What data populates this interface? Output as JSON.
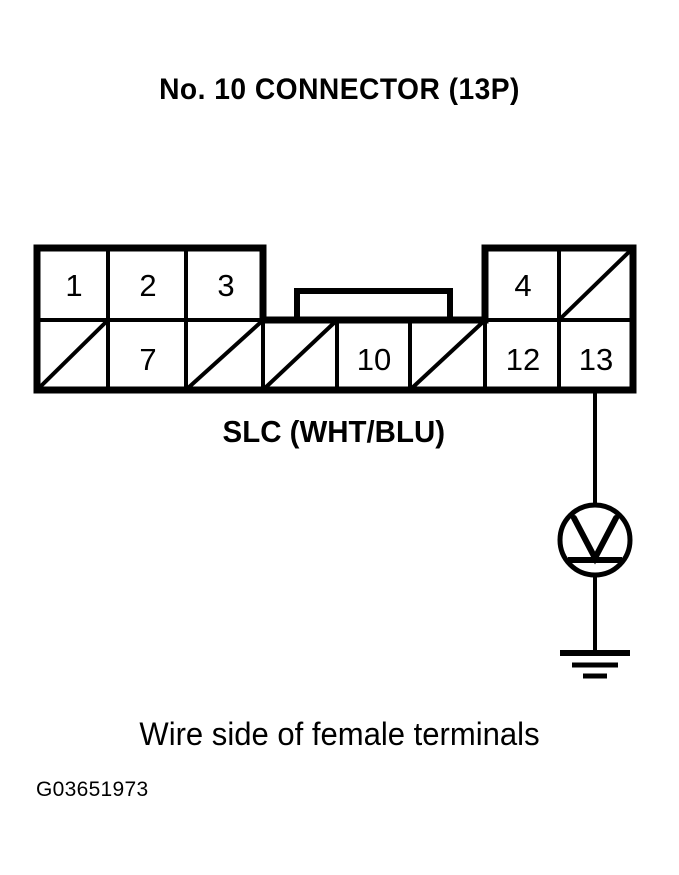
{
  "title": "No. 10 CONNECTOR (13P)",
  "wire_label": "SLC (WHT/BLU)",
  "caption": "Wire side of female terminals",
  "figure_id": "G03651973",
  "colors": {
    "ink": "#000000",
    "background": "#ffffff"
  },
  "connector": {
    "name": "No. 10 CONNECTOR",
    "pin_count": "13P",
    "view": "Wire side of female terminals",
    "top_row": [
      {
        "pin": "1",
        "used": true
      },
      {
        "pin": "2",
        "used": true
      },
      {
        "pin": "3",
        "used": true
      },
      {
        "pin": "",
        "used": false,
        "gap": true
      },
      {
        "pin": "",
        "used": false,
        "gap": true
      },
      {
        "pin": "4",
        "used": true
      },
      {
        "pin": "",
        "used": false
      }
    ],
    "bottom_row": [
      {
        "pin": "",
        "used": false
      },
      {
        "pin": "7",
        "used": true
      },
      {
        "pin": "",
        "used": false
      },
      {
        "pin": "",
        "used": false
      },
      {
        "pin": "10",
        "used": true
      },
      {
        "pin": "",
        "used": false
      },
      {
        "pin": "12",
        "used": true
      },
      {
        "pin": "13",
        "used": true
      }
    ]
  },
  "measurement": {
    "probe_pin": "13",
    "instrument": "voltmeter",
    "instrument_symbol": "V",
    "terminal_label": "SLC (WHT/BLU)",
    "ground": "chassis-ground"
  },
  "icons": {
    "voltmeter": "voltmeter-icon",
    "ground": "ground-icon",
    "unused_cell": "diagonal-slash-icon",
    "keying_notch": "connector-notch-icon"
  }
}
